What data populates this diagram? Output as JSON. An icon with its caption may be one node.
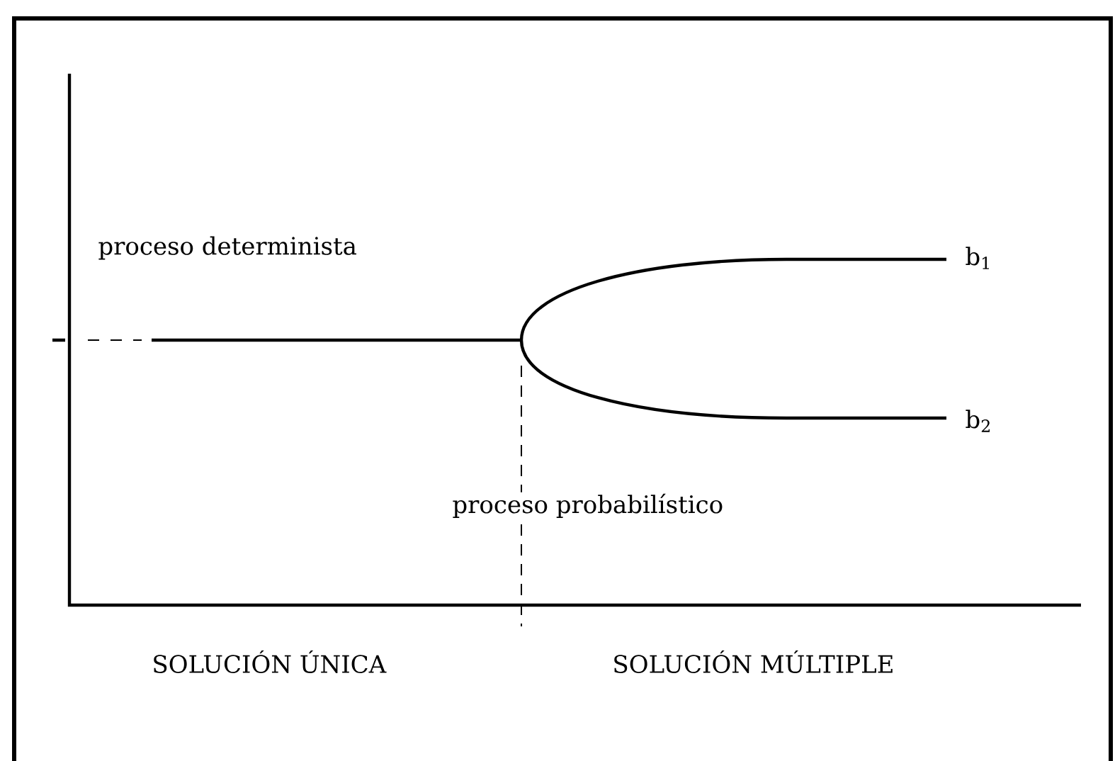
{
  "diagram": {
    "labels": [
      "proceso determinista",
      "b$_{1}$",
      "b$_{2}$",
      "proceso probabilístico",
      "SOLUCIÓN ÚNICA",
      "SOLUCIÓN MÚLTIPLE"
    ]
  }
}
